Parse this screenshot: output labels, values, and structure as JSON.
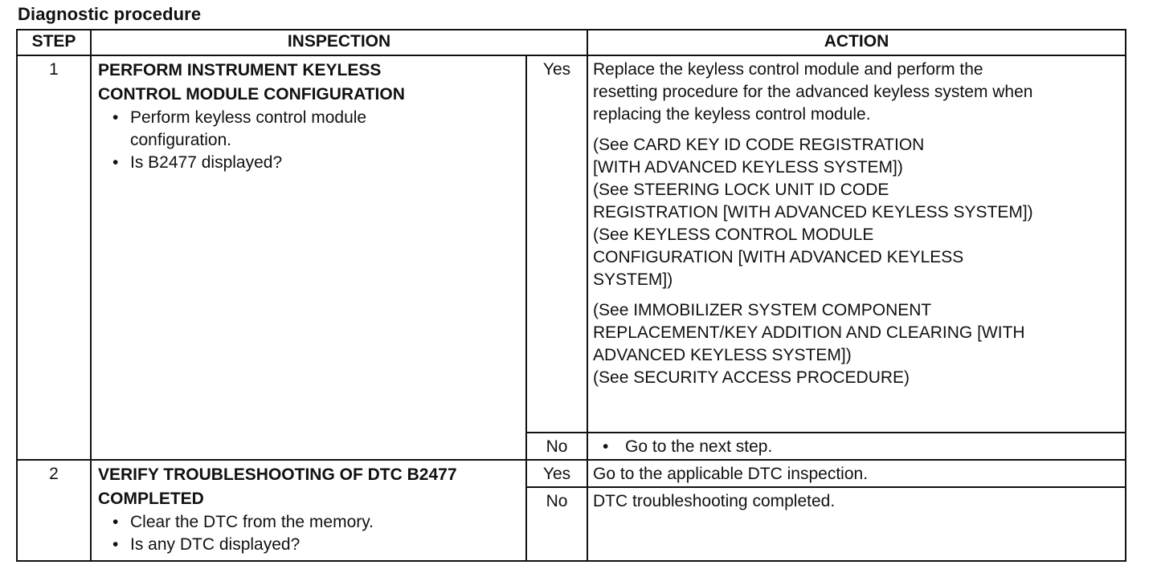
{
  "document": {
    "title": "Diagnostic procedure"
  },
  "table": {
    "headers": {
      "step": "STEP",
      "inspection": "INSPECTION",
      "action": "ACTION"
    },
    "rows": [
      {
        "step": "1",
        "heading_lines": [
          "PERFORM INSTRUMENT KEYLESS",
          "CONTROL MODULE CONFIGURATION"
        ],
        "bullets": [
          "Perform keyless control module configuration.",
          "Is B2477 displayed?"
        ],
        "yes": {
          "label": "Yes",
          "intro_lines": [
            "Replace the keyless control module and perform the",
            "resetting procedure for the advanced keyless system when",
            "replacing the keyless control module."
          ],
          "ref_group_1": [
            "(See CARD KEY ID CODE REGISTRATION",
            "[WITH ADVANCED KEYLESS SYSTEM])",
            "(See STEERING LOCK UNIT ID CODE",
            "REGISTRATION [WITH ADVANCED KEYLESS SYSTEM])",
            "(See KEYLESS CONTROL MODULE",
            "CONFIGURATION [WITH ADVANCED KEYLESS",
            "SYSTEM])"
          ],
          "ref_group_2": [
            "(See IMMOBILIZER SYSTEM COMPONENT",
            "REPLACEMENT/KEY ADDITION AND CLEARING [WITH",
            "ADVANCED KEYLESS SYSTEM])",
            "(See SECURITY ACCESS PROCEDURE)"
          ]
        },
        "no": {
          "label": "No",
          "action": "Go to the next step."
        }
      },
      {
        "step": "2",
        "heading_lines": [
          "VERIFY TROUBLESHOOTING OF DTC B2477",
          "COMPLETED"
        ],
        "bullets": [
          "Clear the DTC from the memory.",
          "Is any DTC displayed?"
        ],
        "yes": {
          "label": "Yes",
          "action": "Go to the applicable DTC inspection."
        },
        "no": {
          "label": "No",
          "action": "DTC troubleshooting completed."
        }
      }
    ]
  }
}
